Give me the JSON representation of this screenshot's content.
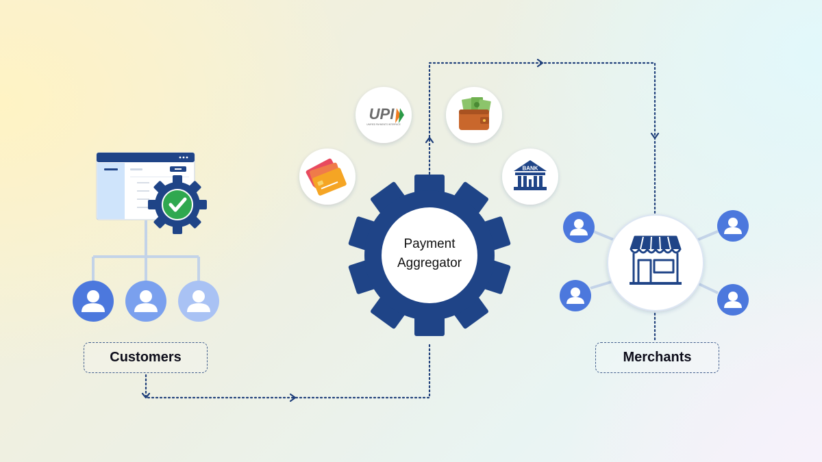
{
  "diagram": {
    "customers_label": "Customers",
    "merchants_label": "Merchants",
    "aggregator_line1": "Payment",
    "aggregator_line2": "Aggregator",
    "payment_methods": {
      "upi_logo_text": "UPI",
      "upi_subtitle": "UNIFIED PAYMENTS INTERFACE",
      "bank_label": "BANK",
      "card_icon": "credit-cards-icon",
      "wallet_icon": "wallet-icon"
    }
  },
  "colors": {
    "navy": "#1f4487",
    "arrow": "#1f3f7a",
    "user_dark": "#4c78dd",
    "user_mid": "#7aa0ee",
    "user_light": "#a9c2f4",
    "check_green": "#2fa84f"
  }
}
